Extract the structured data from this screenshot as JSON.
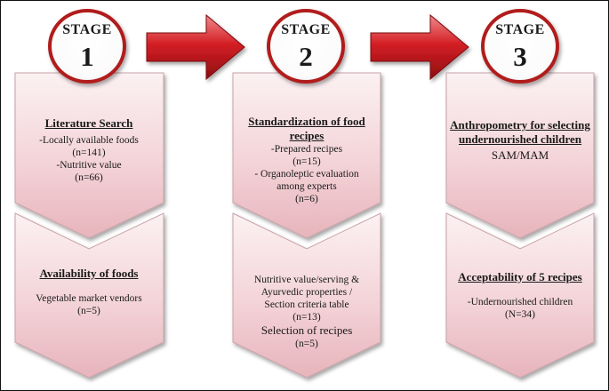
{
  "colors": {
    "circle_stroke": "#b11d1d",
    "arrow_red": "#c8181e",
    "chevron_fill": "#f1ccd1",
    "chevron_edge": "#c9a2a8"
  },
  "stages": [
    {
      "label": "STAGE",
      "number": "1",
      "top": {
        "heading": "Literature Search",
        "lines": [
          "-Locally available foods",
          "(n=141)",
          "-Nutritive value",
          "(n=66)"
        ]
      },
      "bottom": {
        "heading": "Availability of foods",
        "lines": [
          "Vegetable market vendors",
          "(n=5)"
        ]
      }
    },
    {
      "label": "STAGE",
      "number": "2",
      "top": {
        "heading": "Standardization of food recipes",
        "lines": [
          "-Prepared recipes",
          "(n=15)",
          "- Organoleptic evaluation",
          "among experts",
          "(n=6)"
        ]
      },
      "bottom": {
        "heading": "",
        "lines": [
          "Nutritive value/serving &",
          "Ayurvedic properties /",
          "Section criteria table",
          "(n=13)",
          "Selection of recipes",
          "(n=5)"
        ]
      }
    },
    {
      "label": "STAGE",
      "number": "3",
      "top": {
        "heading": "Anthropometry for selecting undernourished children",
        "lines": [
          "SAM/MAM"
        ]
      },
      "bottom": {
        "heading": "Acceptability of 5 recipes",
        "lines": [
          "-Undernourished children",
          "(N=34)"
        ]
      }
    }
  ]
}
